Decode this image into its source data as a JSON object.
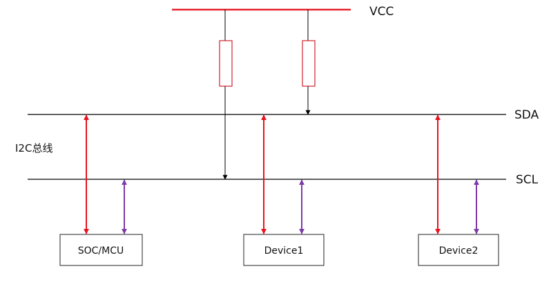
{
  "diagram": {
    "type": "i2c-bus-topology",
    "supply": {
      "label": "VCC"
    },
    "bus_label": "I2C总线",
    "lines": [
      {
        "key": "sda",
        "label": "SDA"
      },
      {
        "key": "scl",
        "label": "SCL"
      }
    ],
    "devices": [
      {
        "key": "soc",
        "label": "SOC/MCU"
      },
      {
        "key": "dev1",
        "label": "Device1"
      },
      {
        "key": "dev2",
        "label": "Device2"
      }
    ],
    "pull_up_resistors": [
      {
        "key": "r-scl",
        "connects": [
          "VCC",
          "SCL"
        ]
      },
      {
        "key": "r-sda",
        "connects": [
          "VCC",
          "SDA"
        ]
      }
    ],
    "connections": [
      {
        "from": "SOC/MCU",
        "to": "SDA",
        "bidirectional": true
      },
      {
        "from": "SOC/MCU",
        "to": "SCL",
        "bidirectional": true
      },
      {
        "from": "Device1",
        "to": "SDA",
        "bidirectional": true
      },
      {
        "from": "Device1",
        "to": "SCL",
        "bidirectional": true
      },
      {
        "from": "Device2",
        "to": "SDA",
        "bidirectional": true
      },
      {
        "from": "Device2",
        "to": "SCL",
        "bidirectional": true
      }
    ],
    "colors": {
      "vcc_rail": "#e8202a",
      "resistor": "#d0202a",
      "sda_link": "#e8111c",
      "scl_link": "#7b3aa6",
      "bus_line": "#000000"
    }
  }
}
